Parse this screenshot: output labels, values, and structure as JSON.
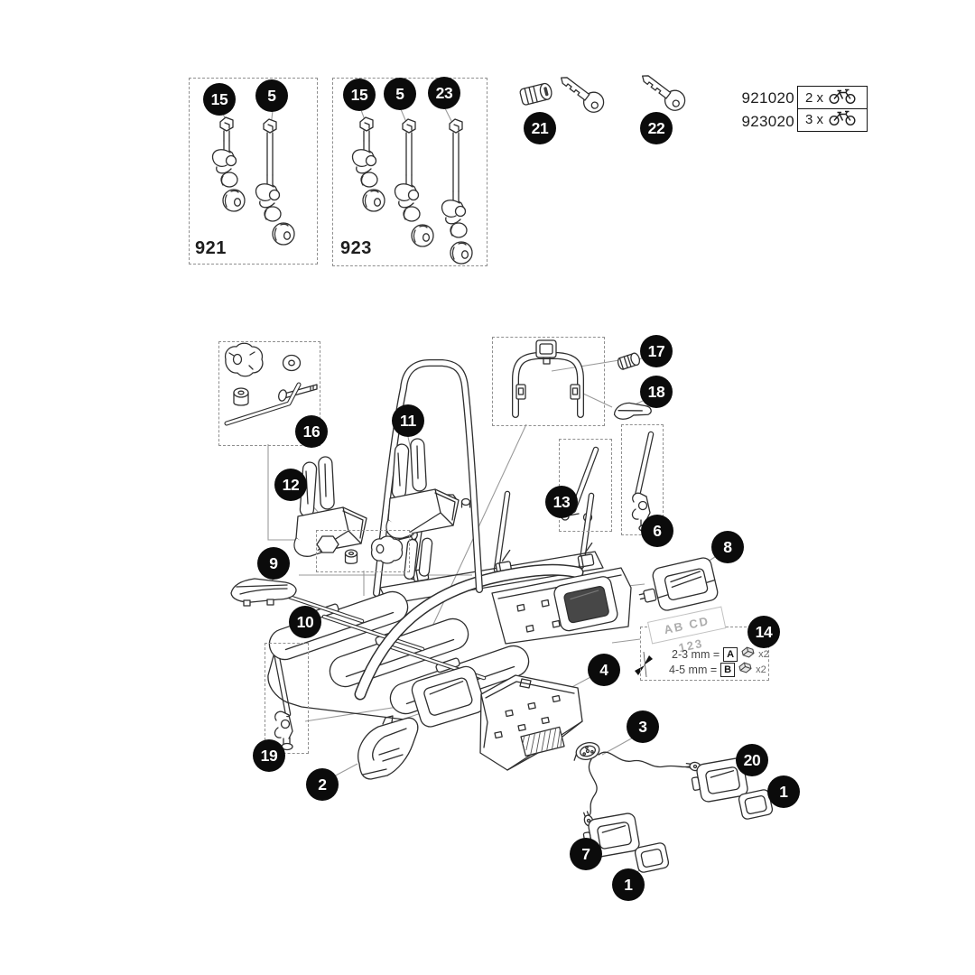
{
  "diagram": {
    "product_boxes": [
      {
        "label": "921"
      },
      {
        "label": "923"
      }
    ],
    "kit_table": [
      {
        "sku": "921020",
        "qty": "2 x"
      },
      {
        "sku": "923020",
        "qty": "3 x"
      }
    ],
    "balloons": [
      "15",
      "5",
      "15",
      "5",
      "23",
      "21",
      "22",
      "16",
      "11",
      "17",
      "18",
      "12",
      "13",
      "6",
      "9",
      "8",
      "10",
      "14",
      "4",
      "19",
      "2",
      "3",
      "20",
      "1",
      "7",
      "1"
    ],
    "plate_kit": {
      "plate_text": "AB CD 123",
      "rows": [
        {
          "label": "2-3 mm =",
          "letter": "A",
          "count": "x2"
        },
        {
          "label": "4-5 mm =",
          "letter": "B",
          "count": "x2"
        }
      ]
    }
  }
}
